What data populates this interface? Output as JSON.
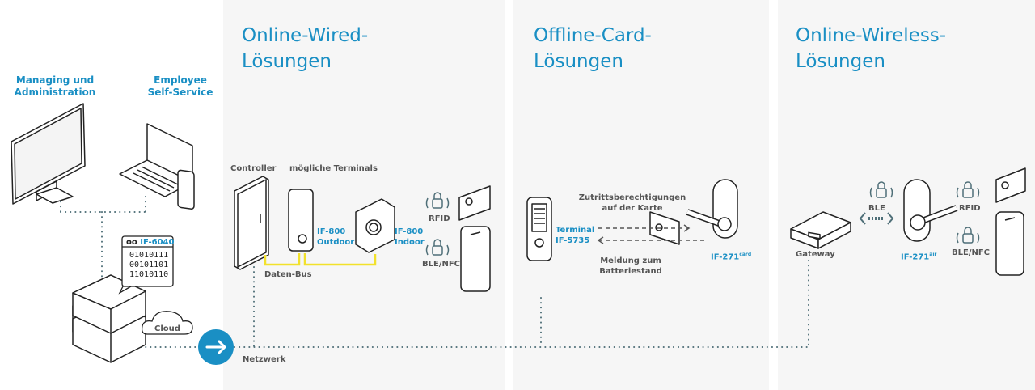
{
  "left": {
    "managing_label_1": "Managing und",
    "managing_label_2": "Administration",
    "employee_label_1": "Employee",
    "employee_label_2": "Self-Service",
    "server_popup_title": "IF-6040",
    "server_popup_lines": [
      "01010111",
      "00101101",
      "11010110"
    ],
    "cloud_label": "Cloud",
    "network_label": "Netzwerk"
  },
  "panels": [
    {
      "title_line1": "Online-Wired-",
      "title_line2": "Lösungen",
      "controller_label": "Controller",
      "terminals_label": "mögliche Terminals",
      "outdoor_label_1": "IF-800",
      "outdoor_label_2": "Outdoor",
      "indoor_label_1": "IF-800",
      "indoor_label_2": "Indoor",
      "bus_label": "Daten-Bus",
      "rfid_label": "RFID",
      "blenfc_label": "BLE/NFC"
    },
    {
      "title_line1": "Offline-Card-",
      "title_line2": "Lösungen",
      "terminal_label_1": "Terminal",
      "terminal_label_2": "IF-5735",
      "top_arrow_label_1": "Zutrittsberechtigungen",
      "top_arrow_label_2": "auf der Karte",
      "bottom_arrow_label_1": "Meldung zum",
      "bottom_arrow_label_2": "Batteriestand",
      "lock_label": "IF-271",
      "lock_sup": "card"
    },
    {
      "title_line1": "Online-Wireless-",
      "title_line2": "Lösungen",
      "gateway_label": "Gateway",
      "ble_label": "BLE",
      "lock_label": "IF-271",
      "lock_sup": "air",
      "rfid_label": "RFID",
      "blenfc_label": "BLE/NFC"
    }
  ],
  "colors": {
    "accent": "#1a8fc4",
    "bus": "#f2e12b",
    "dots": "#4f6f78",
    "panel_bg": "#f6f6f6"
  }
}
